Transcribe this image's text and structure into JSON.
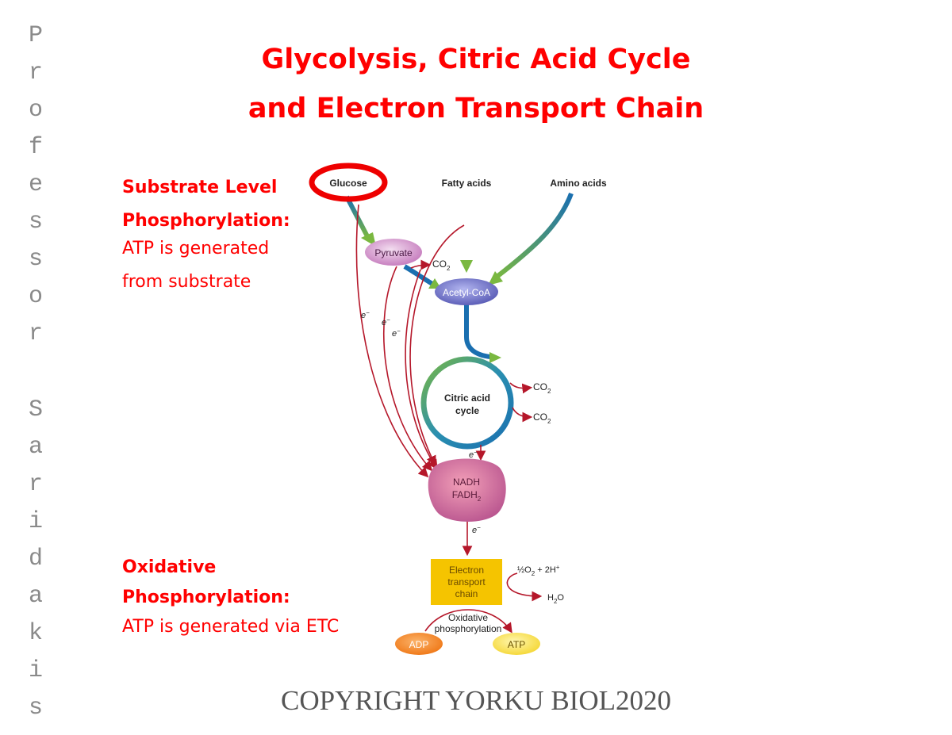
{
  "sidebar": {
    "letters": [
      "P",
      "r",
      "o",
      "f",
      "e",
      "s",
      "s",
      "o",
      "r",
      "S",
      "a",
      "r",
      "i",
      "d",
      "a",
      "k",
      "i",
      "s"
    ]
  },
  "title": {
    "line1": "Glycolysis, Citric Acid Cycle",
    "line2": "and Electron Transport Chain"
  },
  "notes": {
    "substrate_heading_1": "Substrate Level",
    "substrate_heading_2": "Phosphorylation:",
    "substrate_body_1": "ATP is generated",
    "substrate_body_2": "from substrate",
    "oxidative_heading_1": "Oxidative",
    "oxidative_heading_2": "Phosphorylation:",
    "oxidative_body_1": "ATP is generated via ETC"
  },
  "diagram": {
    "glucose": "Glucose",
    "fatty_acids": "Fatty acids",
    "amino_acids": "Amino acids",
    "pyruvate": "Pyruvate",
    "acetyl_coa": "Acetyl-CoA",
    "co2": "CO",
    "co2_sub": "2",
    "electron": "e",
    "electron_sup": "−",
    "citric_line1": "Citric acid",
    "citric_line2": "cycle",
    "nadh": "NADH",
    "fadh": "FADH",
    "fadh_sub": "2",
    "etc_line1": "Electron",
    "etc_line2": "transport",
    "etc_line3": "chain",
    "oxygen_pre": "½O",
    "oxygen_sub": "2",
    "oxygen_post": " + 2H",
    "oxygen_sup": "+",
    "water_pre": "H",
    "water_sub": "2",
    "water_post": "O",
    "oxphos_line1": "Oxidative",
    "oxphos_line2": "phosphorylation",
    "adp": "ADP",
    "atp": "ATP"
  },
  "footer": {
    "copyright": "COPYRIGHT YORKU BIOL2020"
  },
  "colors": {
    "annotation_red": "#ff0000",
    "arrow_red": "#b5172a",
    "etc_yellow": "#f5c400",
    "adp_orange": "#f07a1a",
    "atp_yellow": "#f5e14a",
    "pathway_blue": "#1a6fb0",
    "pathway_green": "#7ab840"
  }
}
